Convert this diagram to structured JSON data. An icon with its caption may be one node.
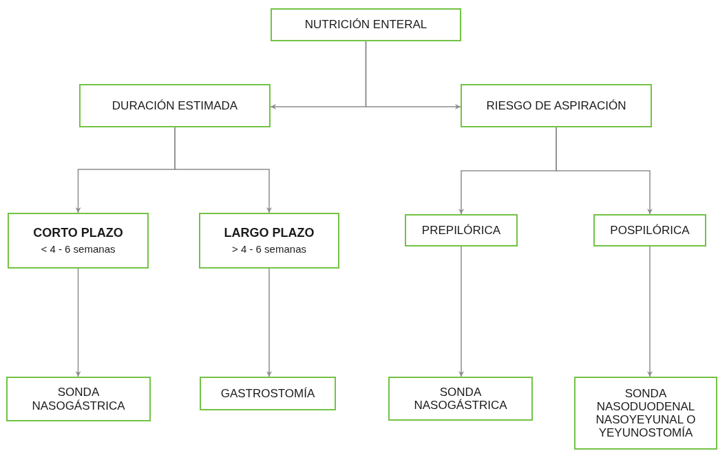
{
  "diagram": {
    "nodes": [
      {
        "text": [
          "NUTRICIÓN ENTERAL"
        ]
      },
      {
        "text": [
          "DURACIÓN ESTIMADA"
        ]
      },
      {
        "text": [
          "RIESGO DE ASPIRACIÓN"
        ]
      },
      {
        "text": [
          "CORTO PLAZO",
          "< 4 - 6 semanas"
        ]
      },
      {
        "text": [
          "LARGO PLAZO",
          "> 4 - 6 semanas"
        ]
      },
      {
        "text": [
          "PREPILÓRICA"
        ]
      },
      {
        "text": [
          "POSPILÓRICA"
        ]
      },
      {
        "text": [
          "SONDA NASOGÁSTRICA"
        ]
      },
      {
        "text": [
          "GASTROSTOMÍA"
        ]
      },
      {
        "text": [
          "SONDA NASOGÁSTRICA"
        ]
      },
      {
        "text": [
          "SONDA NASODUODENAL NASOYEYUNAL O YEYUNOSTOMÍA"
        ]
      }
    ],
    "edges": [
      {
        "from": 0,
        "to": 1,
        "arrow": "to"
      },
      {
        "from": 0,
        "to": 2,
        "arrow": "to"
      },
      {
        "from": 1,
        "to": 3,
        "arrow": "to"
      },
      {
        "from": 1,
        "to": 4,
        "arrow": "to"
      },
      {
        "from": 2,
        "to": 5,
        "arrow": "to"
      },
      {
        "from": 2,
        "to": 6,
        "arrow": "to"
      },
      {
        "from": 3,
        "to": 7,
        "arrow": "to"
      },
      {
        "from": 4,
        "to": 8,
        "arrow": "to"
      },
      {
        "from": 5,
        "to": 9,
        "arrow": "to"
      },
      {
        "from": 6,
        "to": 10,
        "arrow": "to"
      }
    ]
  }
}
